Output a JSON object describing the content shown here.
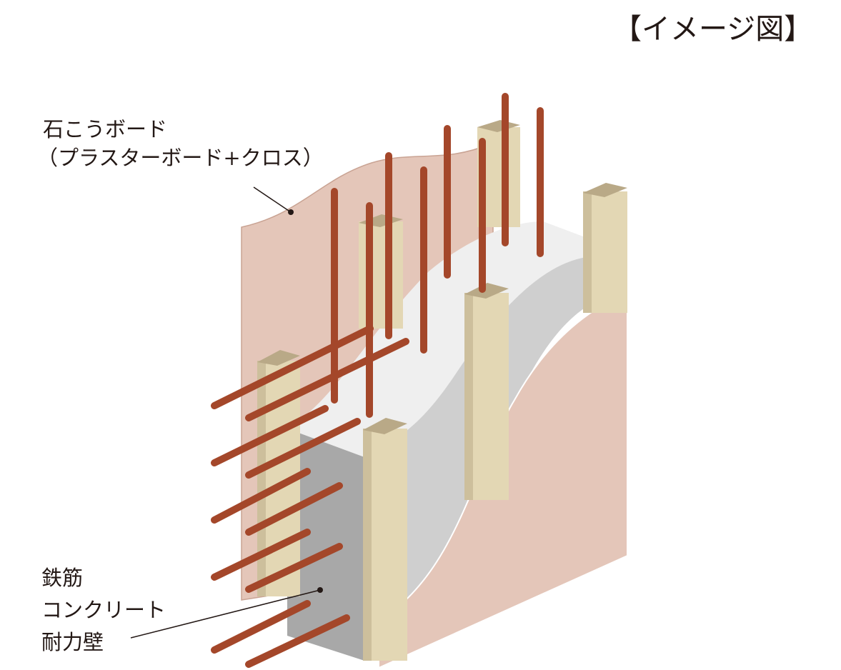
{
  "title": "【イメージ図】",
  "labels": {
    "gypsum_line1": "石こうボード",
    "gypsum_line2": "（プラスターボード+クロス）",
    "rc_line1": "鉄筋",
    "rc_line2": "コンクリート",
    "rc_line3": "耐力壁"
  },
  "colors": {
    "board": "#e4c6b9",
    "concrete_face": "#a8a8a8",
    "concrete_mid": "#cfcfcf",
    "concrete_top": "#efefef",
    "stud": "#e3d7b4",
    "stud_top": "#b9a987",
    "rebar": "#a4472a"
  }
}
